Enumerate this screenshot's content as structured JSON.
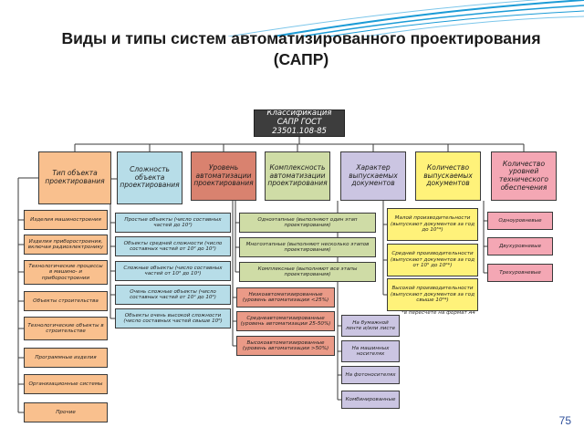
{
  "slide": {
    "title": "Виды и типы систем автоматизированного проектирования (САПР)",
    "page_number": "75"
  },
  "colors": {
    "swoosh": "#1b9bd6",
    "root": "#3d3d3d",
    "orange": "#f9c08e",
    "blue": "#b7dde8",
    "red": "#d9826f",
    "green": "#cfdca6",
    "lilac": "#cbc5e2",
    "yellow": "#fff27a",
    "pink": "#f4a7b4",
    "salmon": "#ea9a87"
  },
  "diagram": {
    "root": "Классификация САПР ГОСТ 23501.108-85",
    "categories": [
      "Тип объекта проектирования",
      "Сложность объекта проектирования",
      "Уровень автоматизации проектирования",
      "Комплексность автоматизации проектирования",
      "Характер выпускаемых документов",
      "Количество выпускаемых документов",
      "Количество уровней технического обеспечения"
    ],
    "object_types": [
      "Изделия машиностроения",
      "Изделия приборостроения, включая радиоэлектронику",
      "Технологические процессы в машино- и приборостроении",
      "Объекты строительства",
      "Технологические объекты в строительстве",
      "Программные изделия",
      "Организационные системы",
      "Прочие"
    ],
    "complexity": [
      "Простые объекты (число составных частей до 10²)",
      "Объекты средней сложности (число составных частей от 10² до 10³)",
      "Сложные объекты (число составных частей от 10³ до 10⁴)",
      "Очень сложные объекты (число составных частей от 10⁴ до 10⁶)",
      "Объекты очень высокой сложности (число составных частей свыше 10⁶)"
    ],
    "integration": [
      "Одноэтапные (выполняют один этап проектирования)",
      "Многоэтапные (выполняют несколько этапов проектирования)",
      "Комплексные (выполняют все этапы проектирования)"
    ],
    "automation": [
      "Низкоавтоматизированные (уровень автоматизации <25%)",
      "Среднеавтоматизированные (уровень автоматизации 25-50%)",
      "Высокоавтоматизированные (уровень автоматизации >50%)"
    ],
    "doc_character": [
      "На бумажной ленте и/или листе",
      "На машинных носителях",
      "На фотоносителях",
      "Комбинированные"
    ],
    "doc_quantity": [
      "Малой производительности (выпускают документов за год до 10⁵*)",
      "Средней производительности (выпускают документов за год от 10⁵ до 10⁶*)",
      "Высокой производительности (выпускают документов за год свыше 10⁶*)"
    ],
    "doc_quantity_note": "*в пересчете на формат А4",
    "tech_levels": [
      "Одноуровневые",
      "Двухуровневые",
      "Трехуровневые"
    ]
  }
}
